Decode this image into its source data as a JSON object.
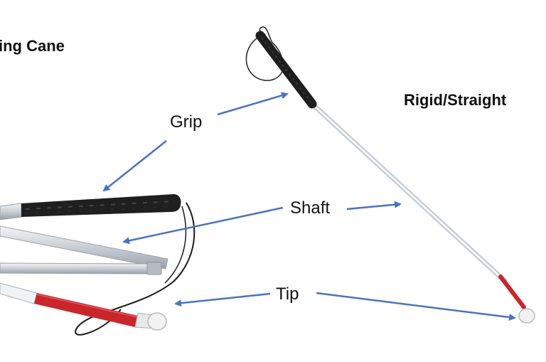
{
  "titles": {
    "folding": "ing Cane",
    "rigid": "Rigid/Straight"
  },
  "labels": {
    "grip": "Grip",
    "shaft": "Shaft",
    "tip": "Tip"
  },
  "colors": {
    "arrow": "#4a72c4",
    "grip": "#222222",
    "shaft": "#d9dde2",
    "red_band": "#c8262b",
    "tip_ball": "#f2f2f2"
  }
}
